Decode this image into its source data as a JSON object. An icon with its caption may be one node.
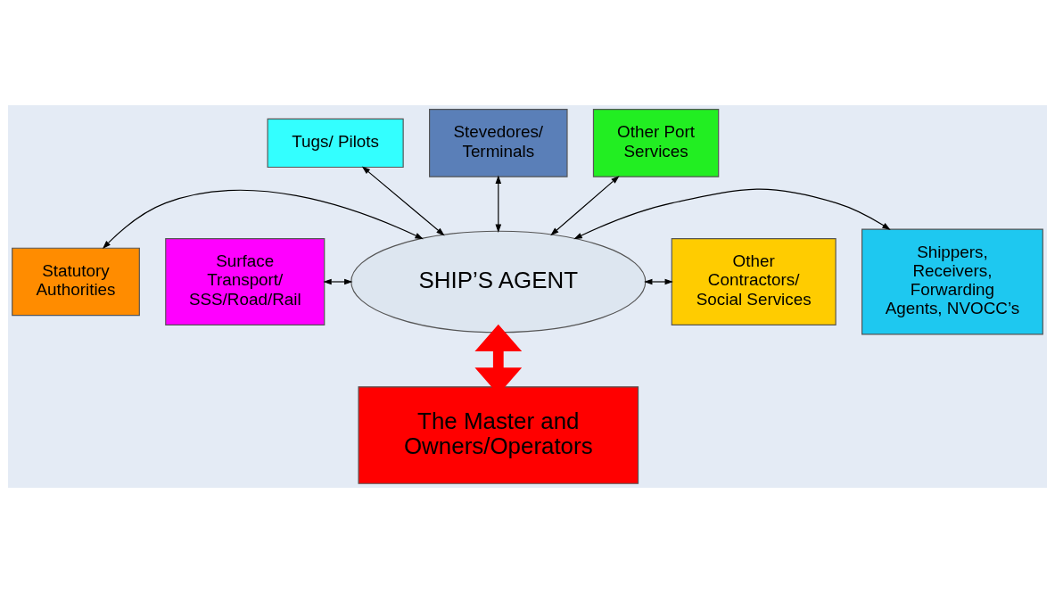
{
  "diagram": {
    "nodes": [
      {
        "text": [
          "Tugs/ Pilots"
        ]
      },
      {
        "text": [
          "Stevedores/ Terminals"
        ]
      },
      {
        "text": [
          "Other Port Services"
        ]
      },
      {
        "text": [
          "Shippers, Receivers, Forwarding Agents, NVOCC’s"
        ]
      },
      {
        "text": [
          "Statutory Authorities"
        ]
      },
      {
        "text": [
          "SHIP’S AGENT"
        ]
      },
      {
        "text": [
          "Surface Transport/ SSS/Road/Rail"
        ]
      },
      {
        "text": [
          "Other Contractors/ Social Services"
        ]
      },
      {
        "text": [
          "The Master and Owners/Operators"
        ]
      }
    ],
    "edges": [
      {
        "from": 0,
        "to": 5,
        "arrow": "both"
      },
      {
        "from": 1,
        "to": 5,
        "arrow": "both"
      },
      {
        "from": 2,
        "to": 5,
        "arrow": "both"
      },
      {
        "from": 4,
        "to": 5,
        "arrow": "both"
      },
      {
        "from": 6,
        "to": 5,
        "arrow": "both"
      },
      {
        "from": 5,
        "to": 3,
        "arrow": "both"
      },
      {
        "from": 5,
        "to": 7,
        "arrow": "both"
      },
      {
        "from": 5,
        "to": 8,
        "arrow": "both",
        "style": "thick",
        "color": "#ff0000"
      }
    ]
  }
}
